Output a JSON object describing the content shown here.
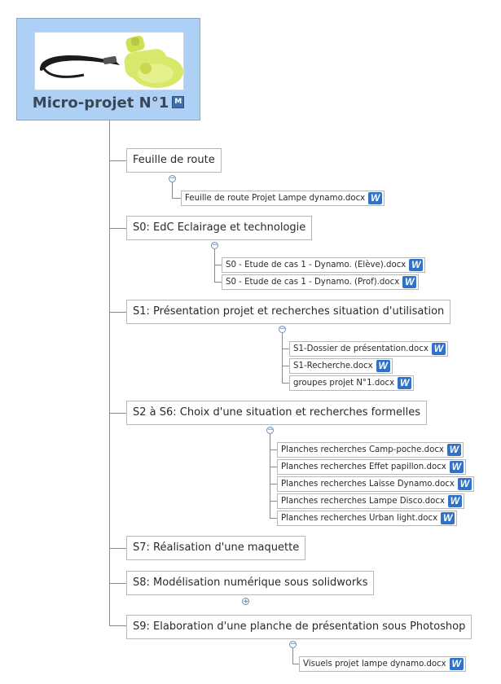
{
  "root": {
    "title": "Micro-projet N°1",
    "badge": "M",
    "image": "dynamo-flashlight-image"
  },
  "topics": [
    {
      "label": "Feuille de route",
      "docs": [
        "Feuille de route Projet Lampe dynamo.docx"
      ]
    },
    {
      "label": "S0: EdC Eclairage et technologie",
      "docs": [
        "S0 - Etude de cas 1 - Dynamo. (Elève).docx",
        "S0 - Etude de cas 1 - Dynamo. (Prof).docx"
      ]
    },
    {
      "label": "S1: Présentation projet et recherches situation d'utilisation",
      "docs": [
        "S1-Dossier de présentation.docx",
        "S1-Recherche.docx",
        "groupes projet N°1.docx"
      ]
    },
    {
      "label": "S2 à S6: Choix d'une situation et recherches formelles",
      "docs": [
        "Planches recherches Camp-poche.docx",
        "Planches recherches Effet papillon.docx",
        "Planches recherches Laisse Dynamo.docx",
        "Planches recherches Lampe Disco.docx",
        "Planches recherches Urban light.docx"
      ]
    },
    {
      "label": "S7: Réalisation d'une maquette",
      "docs": []
    },
    {
      "label": "S8: Modélisation numérique sous solidworks",
      "docs": []
    },
    {
      "label": "S9: Elaboration d'une planche de présentation sous Photoshop",
      "docs": [
        "Visuels projet lampe dynamo.docx"
      ]
    }
  ],
  "icons": {
    "doc_icon": "word-doc-icon",
    "collapse": "collapse-icon",
    "expand": "expand-icon"
  },
  "colors": {
    "root_bg": "#aed0f5",
    "word_blue": "#2f72c8",
    "connector": "#8a8a8a"
  }
}
